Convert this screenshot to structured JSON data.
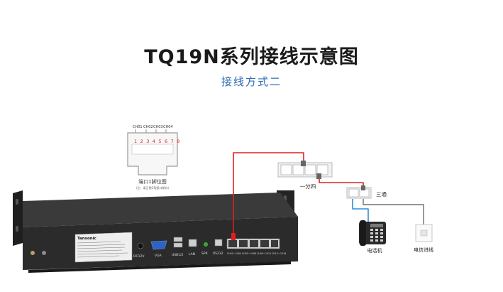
{
  "title": "TQ19N系列接线示意图",
  "subtitle": "接线方式二",
  "pinout": {
    "channel_labels": [
      "CH01",
      "CH02",
      "CH03",
      "CH04"
    ],
    "pin_numbers": "1 2 3 4 5 6 7 8",
    "caption": "端口1脚位图",
    "sub_caption": "(注：请正视ORJ接口朝向)"
  },
  "device": {
    "brand": "Tansonic",
    "port_labels": [
      "DC12V",
      "VGA",
      "USB1/2",
      "LAN",
      "SPK",
      "RS232",
      "CH01~CH04 CH05~CH08 CH09~CH12 CH13~CH16"
    ]
  },
  "splitter_label": "一分四",
  "tee_label": "三通",
  "phone_label": "电话机",
  "line_label": "电信进线",
  "colors": {
    "title": "#1a1a1a",
    "subtitle": "#2f6db5",
    "red_wire": "#e02020",
    "blue_wire": "#2d8fd6",
    "gray_wire": "#555555",
    "device_body": "#2b2b2b"
  }
}
